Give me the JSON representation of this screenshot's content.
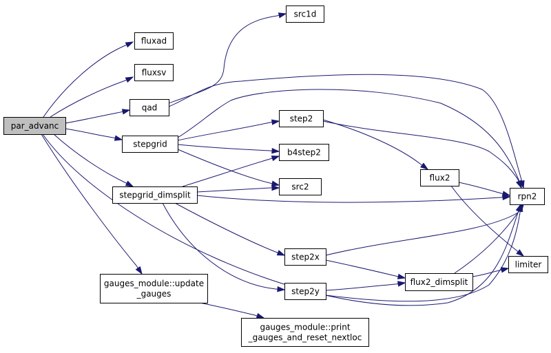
{
  "graph": {
    "root": "par_advanc",
    "nodes": [
      {
        "id": "par_advanc",
        "lines": [
          "par_advanc"
        ]
      },
      {
        "id": "fluxad",
        "lines": [
          "fluxad"
        ]
      },
      {
        "id": "fluxsv",
        "lines": [
          "fluxsv"
        ]
      },
      {
        "id": "qad",
        "lines": [
          "qad"
        ]
      },
      {
        "id": "src1d",
        "lines": [
          "src1d"
        ]
      },
      {
        "id": "stepgrid",
        "lines": [
          "stepgrid"
        ]
      },
      {
        "id": "stepgrid_dimsplit",
        "lines": [
          "stepgrid_dimsplit"
        ]
      },
      {
        "id": "gauges_update",
        "lines": [
          "gauges_module::update",
          "_gauges"
        ]
      },
      {
        "id": "gauges_print",
        "lines": [
          "gauges_module::print",
          "_gauges_and_reset_nextloc"
        ]
      },
      {
        "id": "step2",
        "lines": [
          "step2"
        ]
      },
      {
        "id": "b4step2",
        "lines": [
          "b4step2"
        ]
      },
      {
        "id": "src2",
        "lines": [
          "src2"
        ]
      },
      {
        "id": "flux2",
        "lines": [
          "flux2"
        ]
      },
      {
        "id": "rpn2",
        "lines": [
          "rpn2"
        ]
      },
      {
        "id": "step2x",
        "lines": [
          "step2x"
        ]
      },
      {
        "id": "step2y",
        "lines": [
          "step2y"
        ]
      },
      {
        "id": "flux2_dimsplit",
        "lines": [
          "flux2_dimsplit"
        ]
      },
      {
        "id": "limiter",
        "lines": [
          "limiter"
        ]
      }
    ],
    "edges": [
      {
        "from": "par_advanc",
        "to": "fluxad"
      },
      {
        "from": "par_advanc",
        "to": "fluxsv"
      },
      {
        "from": "par_advanc",
        "to": "qad"
      },
      {
        "from": "par_advanc",
        "to": "rpn2"
      },
      {
        "from": "par_advanc",
        "to": "stepgrid"
      },
      {
        "from": "par_advanc",
        "to": "stepgrid_dimsplit"
      },
      {
        "from": "par_advanc",
        "to": "gauges_update"
      },
      {
        "from": "qad",
        "to": "src1d"
      },
      {
        "from": "qad",
        "to": "rpn2"
      },
      {
        "from": "stepgrid",
        "to": "step2"
      },
      {
        "from": "stepgrid",
        "to": "b4step2"
      },
      {
        "from": "stepgrid",
        "to": "src2"
      },
      {
        "from": "stepgrid",
        "to": "rpn2"
      },
      {
        "from": "stepgrid_dimsplit",
        "to": "b4step2"
      },
      {
        "from": "stepgrid_dimsplit",
        "to": "src2"
      },
      {
        "from": "stepgrid_dimsplit",
        "to": "rpn2"
      },
      {
        "from": "stepgrid_dimsplit",
        "to": "step2x"
      },
      {
        "from": "stepgrid_dimsplit",
        "to": "step2y"
      },
      {
        "from": "step2",
        "to": "flux2"
      },
      {
        "from": "step2",
        "to": "rpn2"
      },
      {
        "from": "flux2",
        "to": "rpn2"
      },
      {
        "from": "flux2",
        "to": "limiter"
      },
      {
        "from": "step2x",
        "to": "flux2_dimsplit"
      },
      {
        "from": "step2x",
        "to": "rpn2"
      },
      {
        "from": "step2y",
        "to": "flux2_dimsplit"
      },
      {
        "from": "step2y",
        "to": "rpn2"
      },
      {
        "from": "flux2_dimsplit",
        "to": "rpn2"
      },
      {
        "from": "flux2_dimsplit",
        "to": "limiter"
      },
      {
        "from": "gauges_update",
        "to": "gauges_print"
      }
    ]
  },
  "colors": {
    "edge": "#191970",
    "root_fill": "#bfbfbf",
    "node_fill": "#ffffff",
    "node_border": "#000000"
  }
}
